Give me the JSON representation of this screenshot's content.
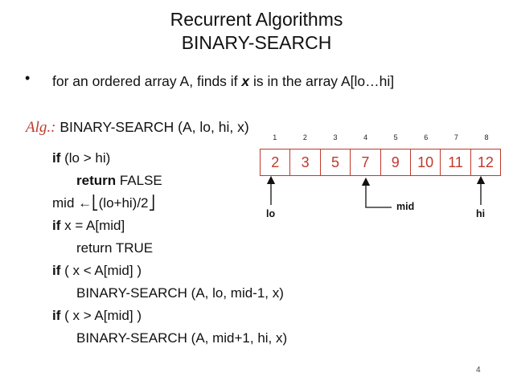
{
  "slide": {
    "title_line1": "Recurrent Algorithms",
    "title_line2": "BINARY-SEARCH",
    "bullet_symbol": "•",
    "bullet_pre": "for an ordered array A, finds if ",
    "bullet_var": "x",
    "bullet_post": " is in the array A[lo…hi]",
    "alg_tag": "Alg.:",
    "alg_signature": " BINARY-SEARCH (A, lo, hi, x)",
    "page_number": "4"
  },
  "code": {
    "l1_kw": "if",
    "l1_rest": " (lo > hi)",
    "l2_kw": "return",
    "l2_rest": " FALSE",
    "l3_pre": "mid ←",
    "l3_floor_open": "⎣",
    "l3_expr": "(lo+hi)/2",
    "l3_floor_close": "⎦",
    "l4_kw": "if",
    "l4_rest": " x = A[mid]",
    "l5": "return TRUE",
    "l6_kw": "if",
    "l6_rest": " ( x < A[mid] )",
    "l7": "BINARY-SEARCH (A, lo, mid-1, x)",
    "l8_kw": "if",
    "l8_rest": " ( x > A[mid] )",
    "l9": "BINARY-SEARCH (A, mid+1, hi, x)"
  },
  "array": {
    "indices": [
      "1",
      "2",
      "3",
      "4",
      "5",
      "6",
      "7",
      "8"
    ],
    "values": [
      "2",
      "3",
      "5",
      "7",
      "9",
      "10",
      "11",
      "12"
    ],
    "label_lo": "lo",
    "label_mid": "mid",
    "label_hi": "hi",
    "accent_color": "#c0392b"
  }
}
